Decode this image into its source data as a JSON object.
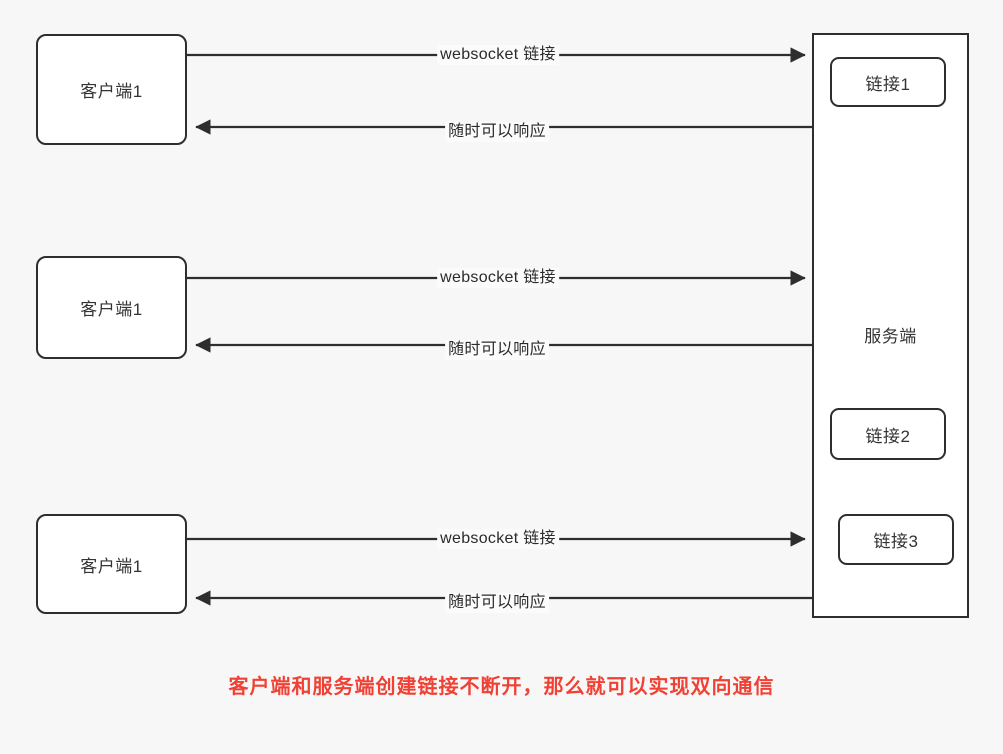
{
  "diagram": {
    "background_color": "#f7f7f7",
    "stroke_color": "#2e2e2e",
    "accent_color": "#f04134",
    "clients": [
      {
        "label": "客户端1"
      },
      {
        "label": "客户端1"
      },
      {
        "label": "客户端1"
      }
    ],
    "server": {
      "label": "服务端",
      "connections": [
        {
          "label": "链接1"
        },
        {
          "label": "链接2"
        },
        {
          "label": "链接3"
        }
      ]
    },
    "edges": [
      {
        "id": "ws-1",
        "label": "websocket 链接",
        "direction": "client-to-server"
      },
      {
        "id": "resp-1",
        "label": "随时可以响应",
        "direction": "server-to-client"
      },
      {
        "id": "ws-2",
        "label": "websocket 链接",
        "direction": "client-to-server"
      },
      {
        "id": "resp-2",
        "label": "随时可以响应",
        "direction": "server-to-client"
      },
      {
        "id": "ws-3",
        "label": "websocket 链接",
        "direction": "client-to-server"
      },
      {
        "id": "resp-3",
        "label": "随时可以响应",
        "direction": "server-to-client"
      }
    ],
    "caption": "客户端和服务端创建链接不断开，那么就可以实现双向通信"
  }
}
